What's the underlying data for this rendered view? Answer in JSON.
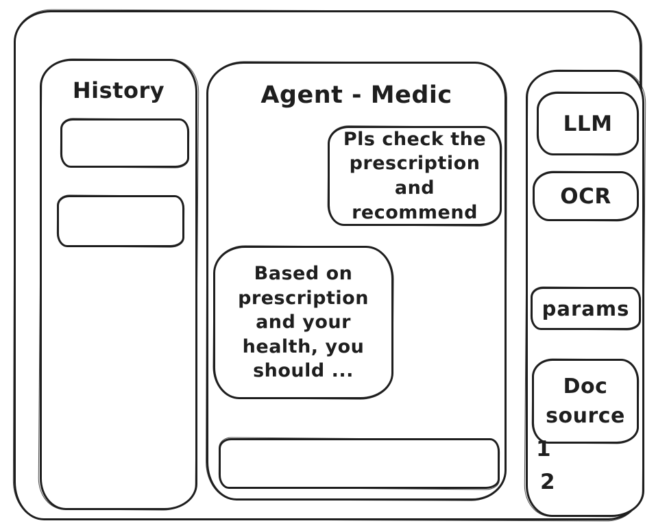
{
  "app": {
    "background_color": "#ffffff",
    "stroke_color": "#1e1e1e"
  },
  "history": {
    "title": "History",
    "items": [
      {
        "label": ""
      },
      {
        "label": ""
      }
    ]
  },
  "chat": {
    "title": "Agent - Medic",
    "messages": [
      {
        "role": "user",
        "text": "Pls check the prescription and recommend"
      },
      {
        "role": "assistant",
        "text": "Based on prescription and your health, you should ..."
      }
    ],
    "input": {
      "value": "",
      "placeholder": ""
    }
  },
  "tools": {
    "items": [
      {
        "label": "LLM"
      },
      {
        "label": "OCR"
      },
      {
        "label": "params"
      },
      {
        "label": "Doc source"
      }
    ],
    "doc_list": [
      "1",
      "2"
    ]
  }
}
